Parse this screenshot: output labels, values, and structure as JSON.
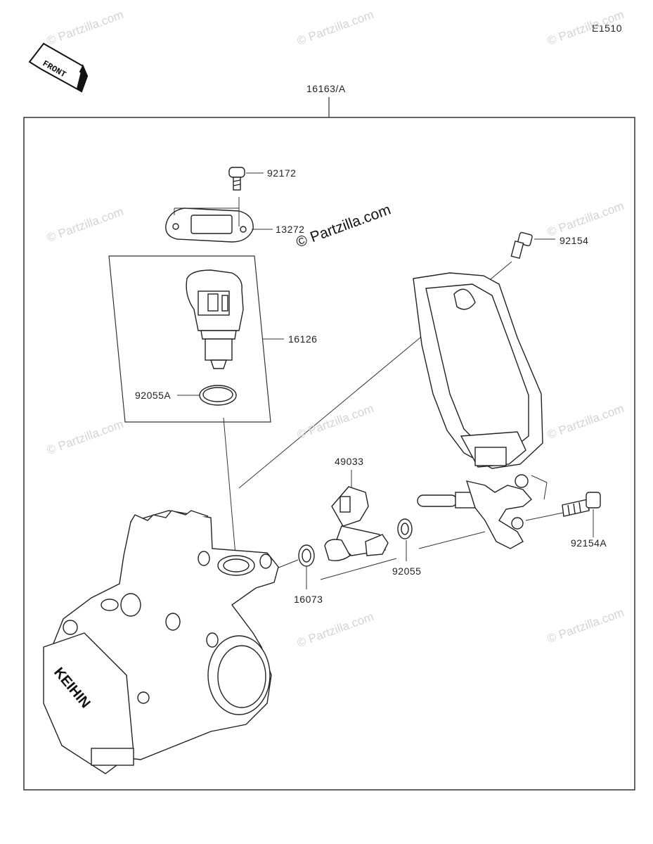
{
  "diagram_code": "E1510",
  "front_label": "FRONT",
  "assembly_label": "16163/A",
  "watermark": "© Partzilla.com",
  "parts": {
    "p92172": "92172",
    "p13272": "13272",
    "p16126": "16126",
    "p92055A": "92055A",
    "p92154": "92154",
    "p49033": "49033",
    "p92055": "92055",
    "p16073": "16073",
    "p92154A": "92154A"
  },
  "throttle_brand": "KEIHIN"
}
